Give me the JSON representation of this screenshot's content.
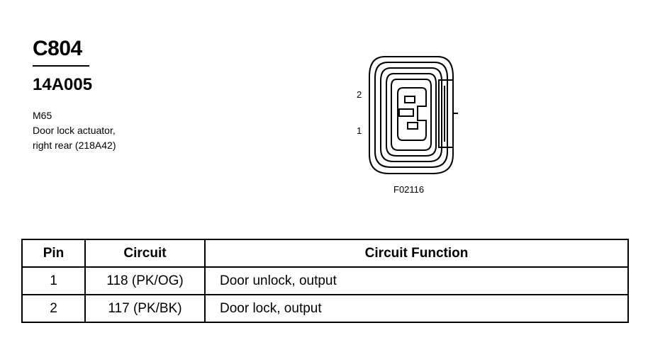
{
  "connector": {
    "id": "C804",
    "part_number": "14A005",
    "location_code": "M65",
    "description_lines": [
      "Door lock actuator,",
      "right rear (218A42)"
    ]
  },
  "diagram": {
    "pin_labels": [
      "2",
      "1"
    ],
    "figure_code": "F02116"
  },
  "table": {
    "headers": [
      "Pin",
      "Circuit",
      "Circuit Function"
    ],
    "rows": [
      {
        "pin": "1",
        "circuit": "118 (PK/OG)",
        "function": "Door unlock, output"
      },
      {
        "pin": "2",
        "circuit": "117 (PK/BK)",
        "function": "Door lock, output"
      }
    ]
  }
}
